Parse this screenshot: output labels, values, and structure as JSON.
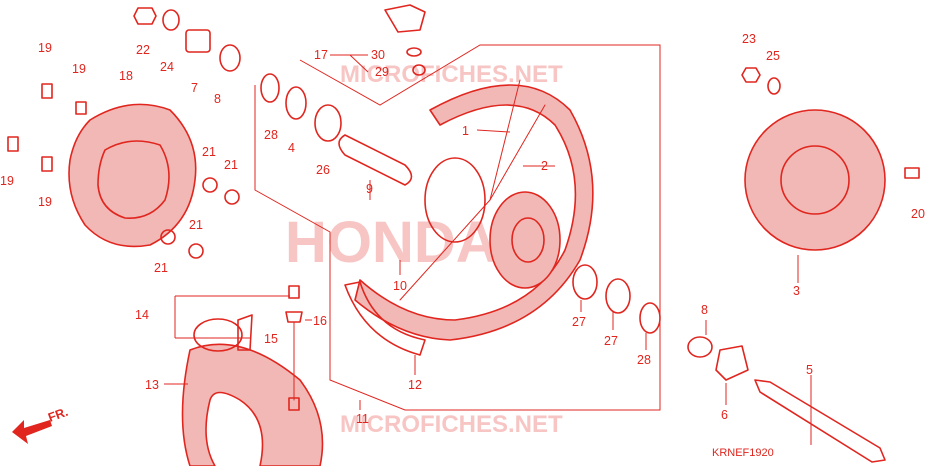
{
  "diagram": {
    "code": "KRNEF1920",
    "watermark_top": "MICROFICHES.NET",
    "watermark_bottom": "MICROFICHES.NET",
    "watermark_center": "HONDA",
    "front_marker": "FR.",
    "accent_color": "#e0261f",
    "labels": {
      "p1": "1",
      "p2": "2",
      "p3": "3",
      "p4": "4",
      "p5": "5",
      "p6": "6",
      "p7": "7",
      "p8a": "8",
      "p8b": "8",
      "p9": "9",
      "p10": "10",
      "p11": "11",
      "p12": "12",
      "p13": "13",
      "p14": "14",
      "p15": "15",
      "p16": "16",
      "p17": "17",
      "p18": "18",
      "p19a": "19",
      "p19b": "19",
      "p19c": "19",
      "p19d": "19",
      "p20": "20",
      "p21a": "21",
      "p21b": "21",
      "p21c": "21",
      "p21d": "21",
      "p22": "22",
      "p23": "23",
      "p24": "24",
      "p25": "25",
      "p26": "26",
      "p27a": "27",
      "p27b": "27",
      "p28a": "28",
      "p28b": "28",
      "p29": "29",
      "p30": "30"
    }
  }
}
